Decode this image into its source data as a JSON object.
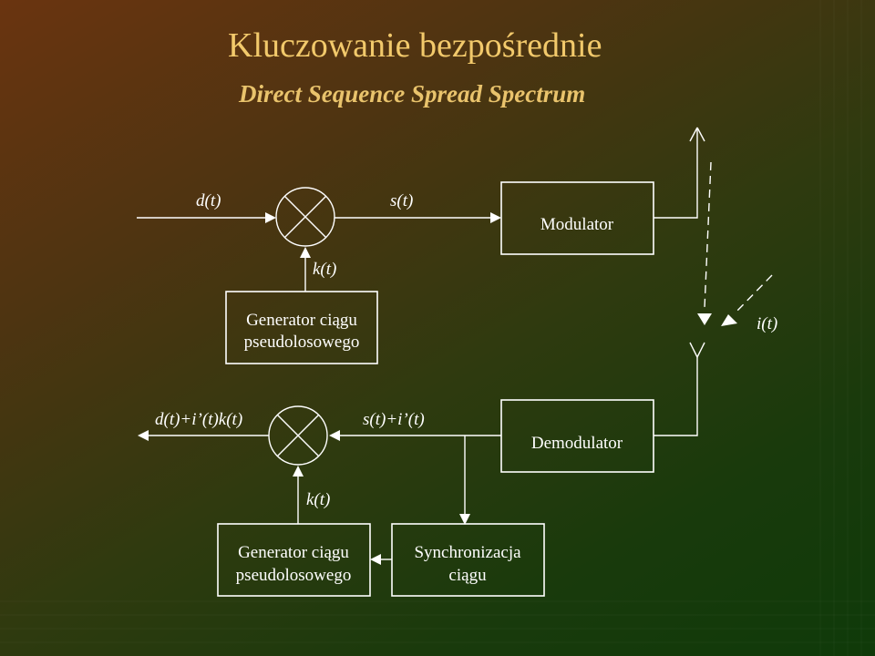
{
  "slide": {
    "title": "Kluczowanie bezpośrednie",
    "subtitle": "Direct Sequence Spread Spectrum"
  },
  "colors": {
    "background_top_left": "#6a3410",
    "background_bottom_right": "#0f3a09",
    "title": "#f2c96b",
    "diagram_lines": "#ffffff"
  },
  "transmitter": {
    "input_signal": "d(t)",
    "spread_signal": "s(t)",
    "code_signal": "k(t)",
    "modulator": "Modulator",
    "generator_line1": "Generator ciągu",
    "generator_line2": "pseudolosowego"
  },
  "channel": {
    "interference": "i(t)"
  },
  "receiver": {
    "output_signal": "d(t)+i’(t)k(t)",
    "received_signal": "s(t)+i’(t)",
    "code_signal": "k(t)",
    "demodulator": "Demodulator",
    "generator_line1": "Generator ciągu",
    "generator_line2": "pseudolosowego",
    "sync_line1": "Synchronizacja",
    "sync_line2": "ciągu"
  }
}
